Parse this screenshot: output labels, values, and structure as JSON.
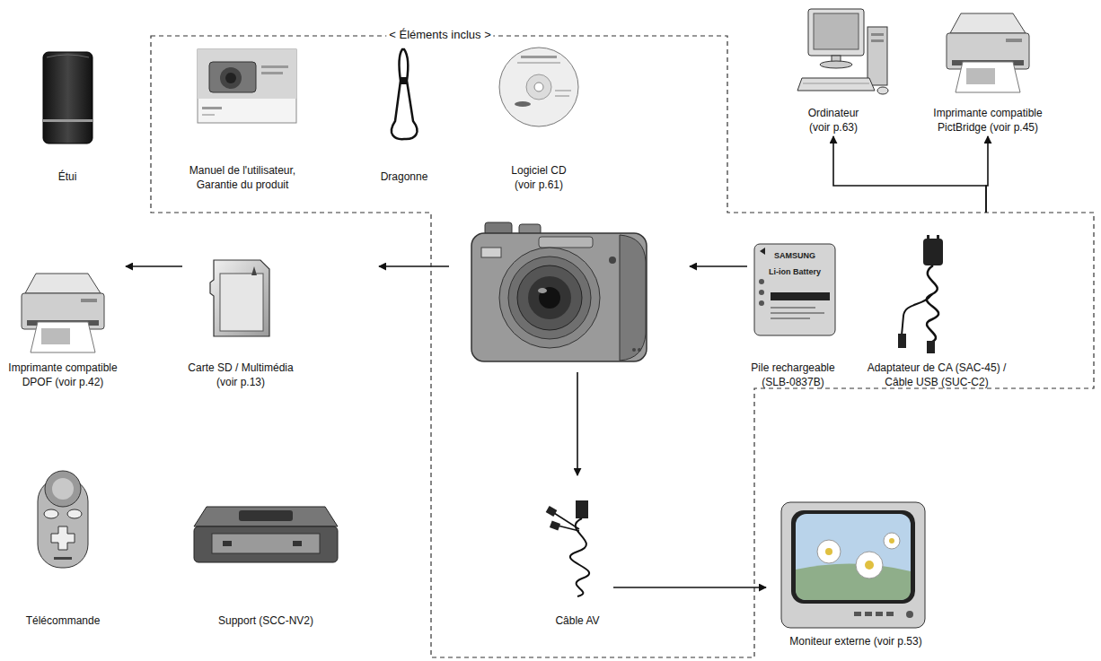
{
  "diagram": {
    "nodes": [
      {
        "text": [
          "< Éléments inclus >"
        ]
      },
      {
        "text": [
          "Manuel de l'utilisateur, Garantie du produit"
        ],
        "in": 0
      },
      {
        "text": [
          "Dragonne"
        ],
        "in": 0
      },
      {
        "text": [
          "Logiciel CD (voir p.61)"
        ],
        "in": 0
      },
      {
        "text": [
          "Ordinateur (voir p.63)"
        ]
      },
      {
        "text": [
          "Imprimante compatible PictBridge (voir p.45)"
        ]
      },
      {
        "text": [
          "Étui"
        ]
      },
      {
        "text": [
          "Imprimante compatible DPOF (voir p.42)"
        ]
      },
      {
        "text": [
          "Carte SD / Multimédia (voir p.13)"
        ]
      },
      {
        "text": [
          "Pile rechargeable (SLB-0837B)"
        ],
        "in": 0
      },
      {
        "text": [
          "Adaptateur de CA (SAC-45) / Câble USB (SUC-C2)"
        ],
        "in": 0
      },
      {
        "text": [
          "Télécommande"
        ]
      },
      {
        "text": [
          "Support (SCC-NV2)"
        ]
      },
      {
        "text": [
          "Câble AV"
        ],
        "in": 0
      },
      {
        "text": [
          "Moniteur externe (voir p.53)"
        ]
      }
    ],
    "edges": [
      {
        "from": 0,
        "to": 4,
        "arrow": "to"
      },
      {
        "from": 0,
        "to": 5,
        "arrow": "to"
      },
      {
        "from": 8,
        "to": 7,
        "arrow": "to"
      },
      {
        "from": 13,
        "to": 14,
        "arrow": "to"
      }
    ],
    "labels": [
      "SAMSUNG",
      "Li-ion Battery"
    ]
  }
}
